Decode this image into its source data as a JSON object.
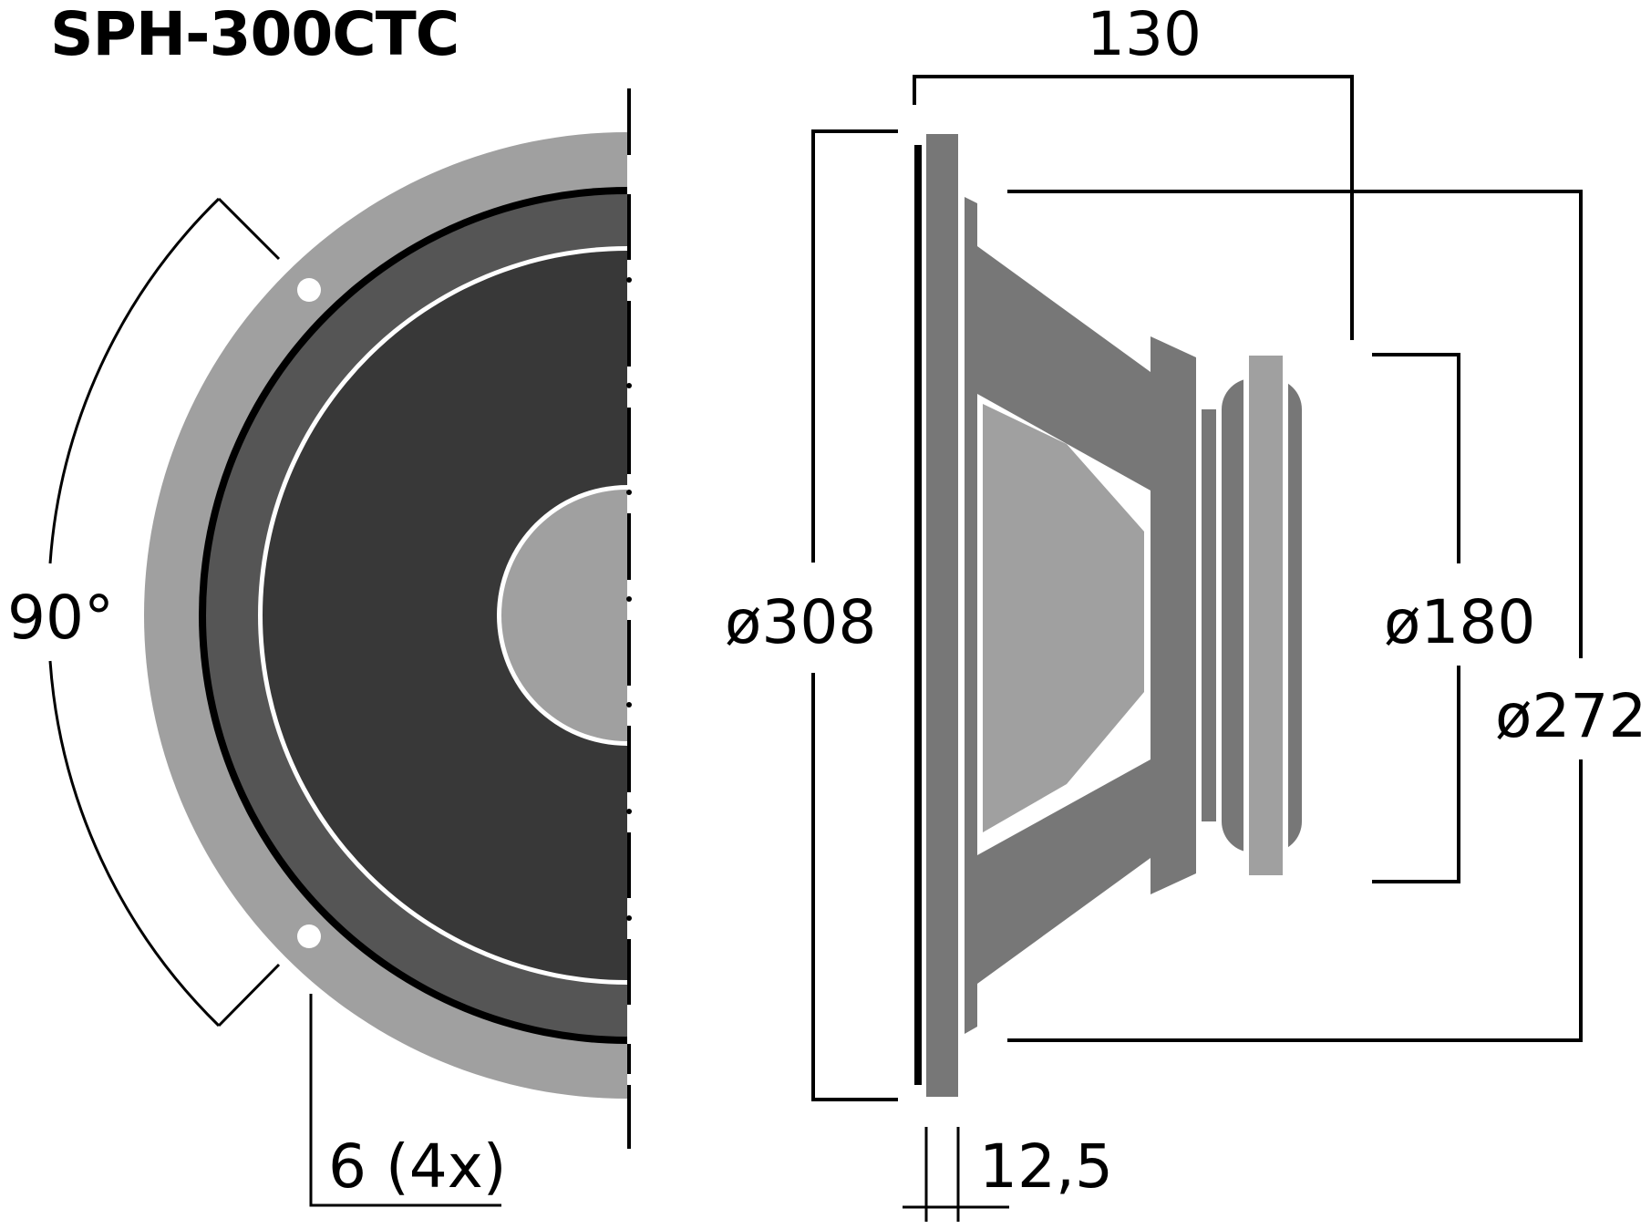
{
  "title": "SPH-300CTC",
  "front_view": {
    "angle_label": "90°",
    "hole_label": "6 (4x)"
  },
  "side_view": {
    "depth_label": "130",
    "outer_diameter_label": "ø308",
    "magnet_diameter_label": "ø180",
    "cutout_diameter_label": "ø272",
    "flange_thickness_label": "12,5"
  },
  "colors": {
    "rim_light_gray": "#a0a0a0",
    "surround_mid_gray": "#555555",
    "cone_dark_gray": "#383838",
    "frame_gray": "#777777",
    "line_black": "#000000",
    "background": "#ffffff"
  },
  "dimensions_mm": {
    "overall_depth": 130,
    "outer_diameter": 308,
    "magnet_diameter": 180,
    "cutout_diameter": 272,
    "flange_thickness": 12.5,
    "mounting_hole_diameter": 6,
    "mounting_hole_count": 4,
    "hole_angle_deg": 90
  }
}
